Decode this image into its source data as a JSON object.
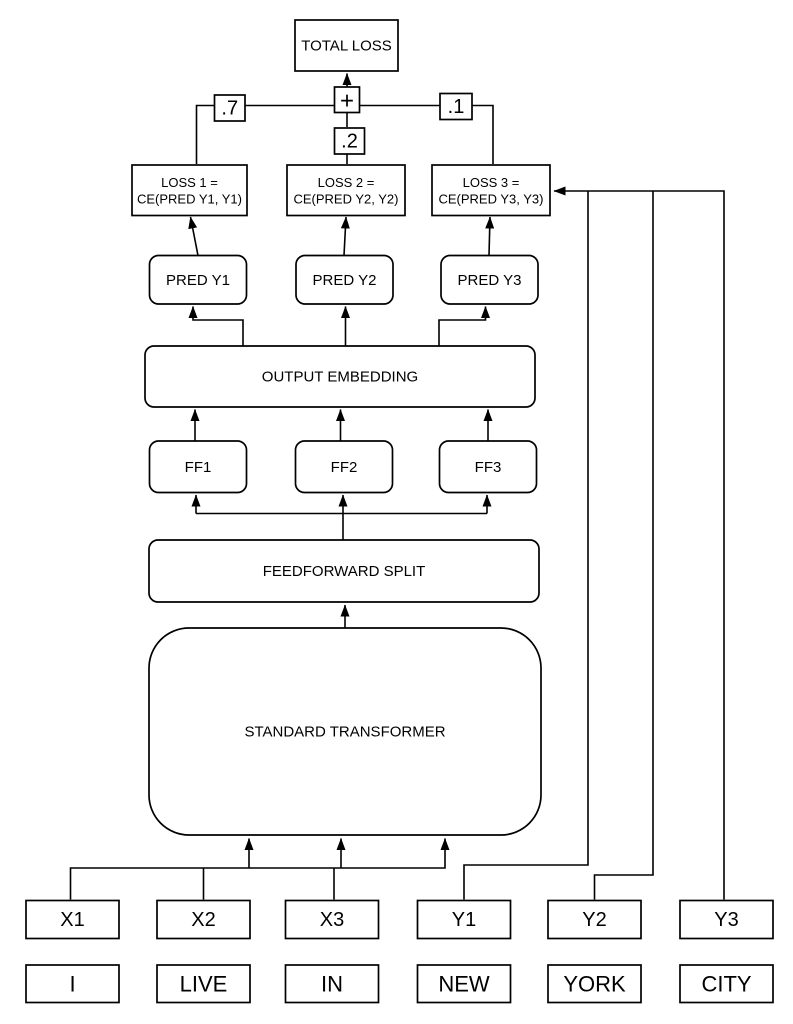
{
  "colors": {
    "background": "#ffffff",
    "stroke": "#000000",
    "text": "#000000"
  },
  "nodes": {
    "total_loss": {
      "label": "TOTAL LOSS"
    },
    "plus": {
      "label": "+"
    },
    "weight_loss1": {
      "label": ".7"
    },
    "weight_loss2": {
      "label": ".2"
    },
    "weight_loss3": {
      "label": ".1"
    },
    "loss1": {
      "line1": "LOSS 1 =",
      "line2": "CE(PRED Y1, Y1)"
    },
    "loss2": {
      "line1": "LOSS 2 =",
      "line2": "CE(PRED Y2, Y2)"
    },
    "loss3": {
      "line1": "LOSS 3 =",
      "line2": "CE(PRED Y3, Y3)"
    },
    "pred1": {
      "label": "PRED Y1"
    },
    "pred2": {
      "label": "PRED Y2"
    },
    "pred3": {
      "label": "PRED Y3"
    },
    "output_embedding": {
      "label": "OUTPUT EMBEDDING"
    },
    "ff1": {
      "label": "FF1"
    },
    "ff2": {
      "label": "FF2"
    },
    "ff3": {
      "label": "FF3"
    },
    "feedforward_split": {
      "label": "FEEDFORWARD SPLIT"
    },
    "standard_transformer": {
      "label": "STANDARD TRANSFORMER"
    },
    "token_ids": [
      "X1",
      "X2",
      "X3",
      "Y1",
      "Y2",
      "Y3"
    ],
    "words": [
      "I",
      "LIVE",
      "IN",
      "NEW",
      "YORK",
      "CITY"
    ]
  }
}
